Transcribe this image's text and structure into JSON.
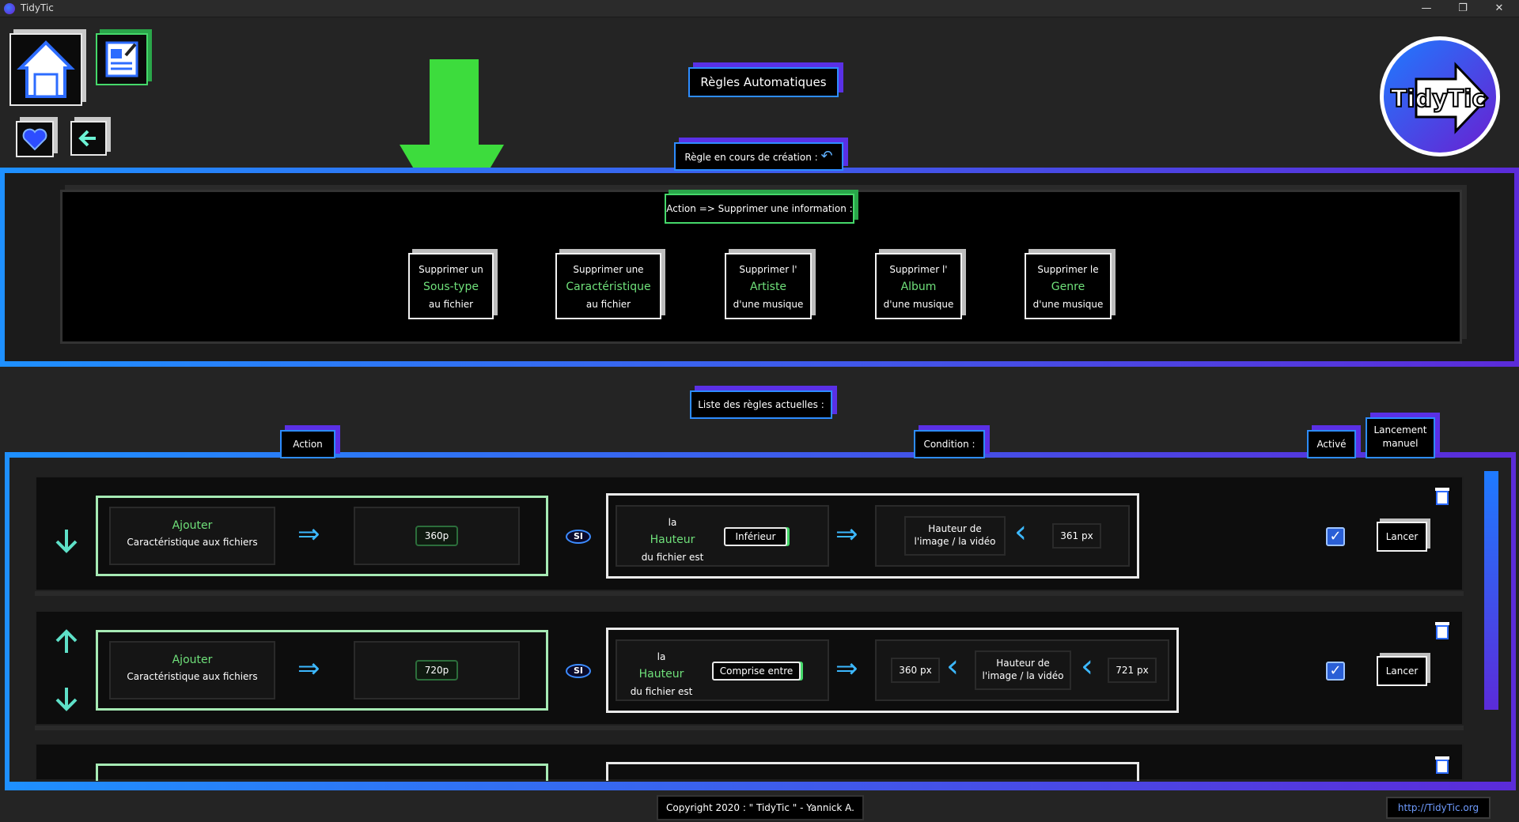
{
  "window": {
    "title": "TidyTic",
    "minimize": "—",
    "restore": "❐",
    "close": "✕"
  },
  "header": {
    "page_title": "Règles Automatiques",
    "logo_text": "TidyTic"
  },
  "creation": {
    "label": "Règle en cours de création :",
    "action_label": "Action => Supprimer une information :",
    "options": [
      {
        "line1": "Supprimer un",
        "highlight": "Sous-type",
        "line3": "au fichier"
      },
      {
        "line1": "Supprimer une",
        "highlight": "Caractéristique",
        "line3": "au fichier"
      },
      {
        "line1": "Supprimer l'",
        "highlight": "Artiste",
        "line3": "d'une musique"
      },
      {
        "line1": "Supprimer l'",
        "highlight": "Album",
        "line3": "d'une musique"
      },
      {
        "line1": "Supprimer le",
        "highlight": "Genre",
        "line3": "d'une musique"
      }
    ]
  },
  "rules_list": {
    "title": "Liste des règles actuelles :",
    "col_action": "Action",
    "col_condition": "Condition :",
    "col_active": "Activé",
    "col_launch_1": "Lancement",
    "col_launch_2": "manuel",
    "rules": [
      {
        "action_verb": "Ajouter",
        "action_target": "Caractéristique aux fichiers",
        "value": "360p",
        "si": "SI",
        "cond_la": "la",
        "cond_prop": "Hauteur",
        "cond_suffix": "du fichier est",
        "operator": "Inférieur",
        "param_name": "Hauteur de l'image / la vidéo",
        "param_value": "361 px",
        "active": true,
        "launch": "Lancer"
      },
      {
        "action_verb": "Ajouter",
        "action_target": "Caractéristique aux fichiers",
        "value": "720p",
        "si": "SI",
        "cond_la": "la",
        "cond_prop": "Hauteur",
        "cond_suffix": "du fichier est",
        "operator": "Comprise entre",
        "param_low": "360 px",
        "param_name": "Hauteur de l'image / la vidéo",
        "param_high": "721 px",
        "active": true,
        "launch": "Lancer"
      }
    ]
  },
  "footer": {
    "copyright": "Copyright 2020 : \" TidyTic \" - Yannick A.",
    "link": "http://TidyTic.org"
  },
  "colors": {
    "accent_blue": "#2d8cff",
    "accent_purple": "#5b2bd9",
    "accent_green": "#45d86a",
    "highlight_green": "#6fe07a",
    "big_arrow": "#3ddc3d"
  },
  "icons": [
    "home-icon",
    "edit-rules-icon",
    "heart-icon",
    "back-icon",
    "undo-icon",
    "down-arrow-icon",
    "up-arrow-icon",
    "right-arrow-icon",
    "chevron-left-icon",
    "checkbox-icon",
    "trash-icon"
  ]
}
